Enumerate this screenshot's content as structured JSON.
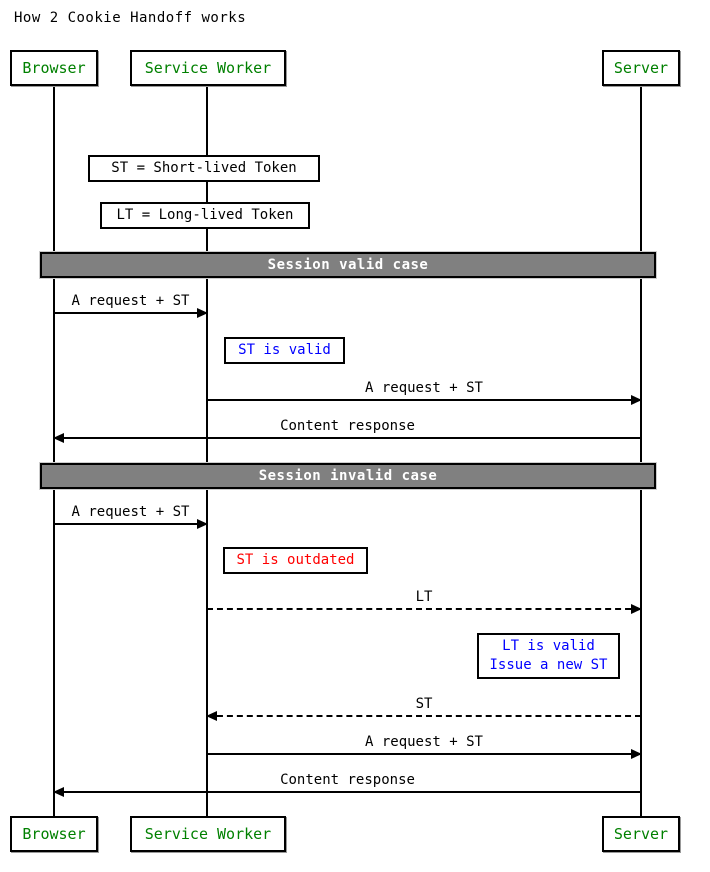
{
  "title": "How 2 Cookie Handoff works",
  "actors": [
    {
      "name": "Browser"
    },
    {
      "name": "Service Worker"
    },
    {
      "name": "Server"
    }
  ],
  "dividers": [
    {
      "label": "Session valid case"
    },
    {
      "label": "Session invalid case"
    }
  ],
  "notes": [
    {
      "text": "ST = Short-lived Token",
      "color": "black",
      "over": "Service Worker"
    },
    {
      "text": "LT = Long-lived Token",
      "color": "black",
      "over": "Service Worker"
    },
    {
      "text": "ST is valid",
      "color": "blue",
      "over": "Service Worker"
    },
    {
      "text": "ST is outdated",
      "color": "red",
      "over": "Service Worker"
    },
    {
      "line1": "LT is valid",
      "line2": "Issue a new ST",
      "color": "blue",
      "over": "Server"
    }
  ],
  "messages": [
    {
      "label": "A request + ST",
      "from": "Browser",
      "to": "Service Worker",
      "style": "solid"
    },
    {
      "label": "A request + ST",
      "from": "Service Worker",
      "to": "Server",
      "style": "solid"
    },
    {
      "label": "Content response",
      "from": "Server",
      "to": "Browser",
      "style": "solid"
    },
    {
      "label": "A request + ST",
      "from": "Browser",
      "to": "Service Worker",
      "style": "solid"
    },
    {
      "label": "LT",
      "from": "Service Worker",
      "to": "Server",
      "style": "dashed"
    },
    {
      "label": "ST",
      "from": "Server",
      "to": "Service Worker",
      "style": "dashed"
    },
    {
      "label": "A request + ST",
      "from": "Service Worker",
      "to": "Server",
      "style": "solid"
    },
    {
      "label": "Content response",
      "from": "Server",
      "to": "Browser",
      "style": "solid"
    }
  ],
  "colors": {
    "actor_text": "#008000",
    "info_note_text": "#0000ff",
    "error_note_text": "#ff0000",
    "divider_bg": "#808080",
    "divider_text": "#ffffff",
    "line": "#000000"
  }
}
